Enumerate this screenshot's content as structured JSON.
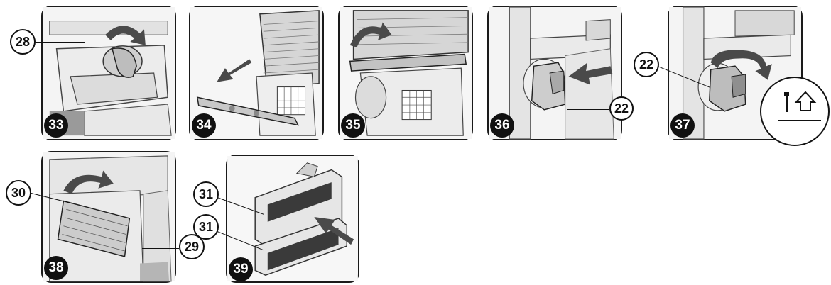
{
  "steps": [
    {
      "number": "33"
    },
    {
      "number": "34"
    },
    {
      "number": "35"
    },
    {
      "number": "36"
    },
    {
      "number": "37"
    },
    {
      "number": "38"
    },
    {
      "number": "39"
    }
  ],
  "callouts": {
    "p33": "28",
    "p36": "22",
    "p37": "22",
    "p38_top": "30",
    "p38_bottom": "29",
    "p39_top": "31",
    "p39_bottom": "31"
  },
  "icons": {
    "p37_magnifier": "pin-up-arrow-icon"
  },
  "colors": {
    "line": "#1a1a1a",
    "arrow": "#4a4a4a",
    "part_light": "#e6e6e6",
    "part_mid": "#bdbdbd",
    "part_dark": "#6e6e6e"
  }
}
